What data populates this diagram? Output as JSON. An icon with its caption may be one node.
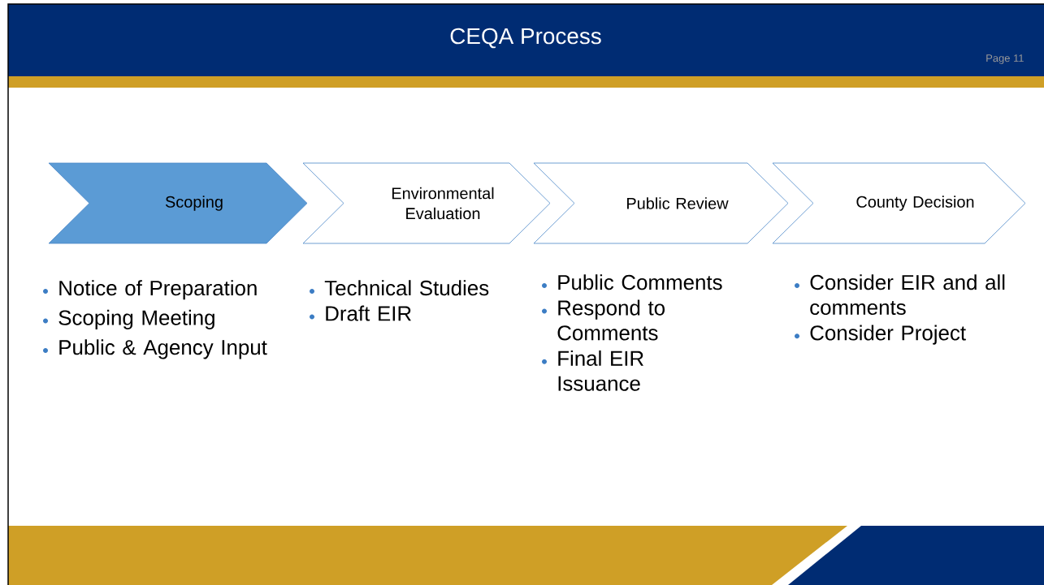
{
  "diagram": {
    "title": "CEQA Process",
    "nodes": [
      {
        "text": [
          "Scoping"
        ],
        "beside": [
          "Notice of Preparation",
          "Scoping Meeting",
          "Public & Agency Input"
        ]
      },
      {
        "text": [
          "Environmental Evaluation"
        ],
        "beside": [
          "Technical Studies",
          "Draft EIR"
        ]
      },
      {
        "text": [
          "Public Review"
        ],
        "beside": [
          "Public Comments",
          "Respond to Comments",
          "Final EIR Issuance"
        ]
      },
      {
        "text": [
          "County Decision"
        ],
        "beside": [
          "Consider EIR and all comments",
          "Consider Project"
        ]
      }
    ],
    "labels": [
      "Page 11"
    ]
  }
}
